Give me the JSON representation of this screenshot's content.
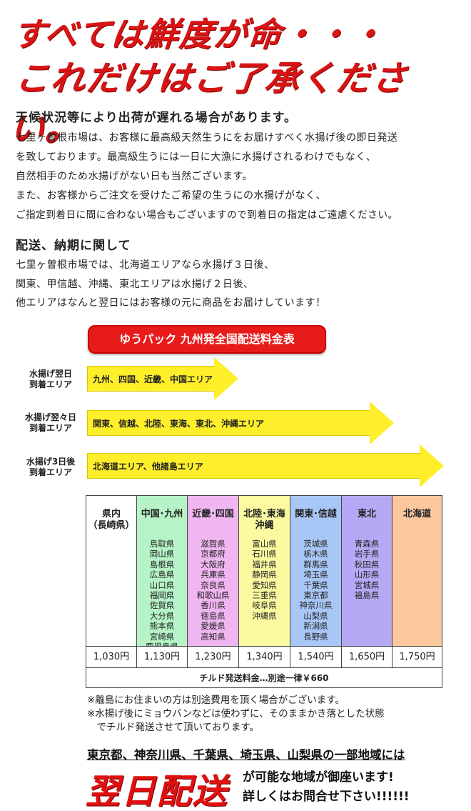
{
  "headline": {
    "line1": "すべては鮮度が命・・・",
    "line2": "これだけはご了承ください。"
  },
  "weather": {
    "title": "天候状況等により出荷が遅れる場合があります。",
    "lines": [
      "七里ヶ曽根市場は、お客様に最高級天然生うにをお届けすべく水揚げ後の即日発送",
      "を致しております。最高級生うには一日に大漁に水揚げされるわけでもなく、",
      "自然相手のため水揚げがない日も当然ございます。",
      "また、お客様からご注文を受けたご希望の生うにの水揚げがなく、",
      "ご指定到着日に間に合わない場合もございますので到着日の指定はご遠慮ください。"
    ]
  },
  "delivery": {
    "title": "配送、納期に関して",
    "lines": [
      "七里ヶ曽根市場では、北海道エリアなら水揚げ３日後、",
      "関東、甲信越、沖縄、東北エリアは水揚げ２日後、",
      "他エリアはなんと翌日にはお客様の元に商品をお届けしています！"
    ]
  },
  "banner": "ゆうパック 九州発全国配送料金表",
  "arrows": [
    {
      "label1": "水揚げ翌日",
      "label2": "到着エリア",
      "text": "九州、四国、近畿、中国エリア"
    },
    {
      "label1": "水揚げ翌々日",
      "label2": "到着エリア",
      "text": "関東、信越、北陸、東海、東北、沖縄エリア"
    },
    {
      "label1": "水揚げ3日後",
      "label2": "到着エリア",
      "text": "北海道エリア、他諸島エリア"
    }
  ],
  "table": {
    "columns": [
      {
        "head": "県内\n（長崎県）",
        "prefs": "",
        "price": "1,030円",
        "color": "#ffffff"
      },
      {
        "head": "中国･九州",
        "prefs": "鳥取県\n岡山県\n島根県\n広島県\n山口県\n福岡県\n佐賀県\n大分県\n熊本県\n宮崎県\n鹿児島県",
        "price": "1,130円",
        "color": "#b6f3c7"
      },
      {
        "head": "近畿･四国",
        "prefs": "滋賀県\n京都府\n大阪府\n兵庫県\n奈良県\n和歌山県\n香川県\n徳島県\n愛媛県\n高知県",
        "price": "1,230円",
        "color": "#f0b6f2"
      },
      {
        "head": "北陸･東海\n沖縄",
        "prefs": "富山県\n石川県\n福井県\n静岡県\n愛知県\n三重県\n岐阜県\n沖縄県",
        "price": "1,340円",
        "color": "#fbfaa0"
      },
      {
        "head": "関東･信越",
        "prefs": "茨城県\n栃木県\n群馬県\n埼玉県\n千葉県\n東京都\n神奈川県\n山梨県\n新潟県\n長野県",
        "price": "1,540円",
        "color": "#a9c7f6"
      },
      {
        "head": "東北",
        "prefs": "青森県\n岩手県\n秋田県\n山形県\n宮城県\n福島県",
        "price": "1,650円",
        "color": "#b6a8f4"
      },
      {
        "head": "北海道",
        "prefs": "",
        "price": "1,750円",
        "color": "#fbc79c"
      }
    ],
    "chilled": "チルド発送料金…別途一律￥660"
  },
  "notes": [
    "※離島にお住まいの方は別途費用を頂く場合がございます。",
    "※水揚げ後にミョウバンなどは使わずに、そのままかき落とした状態",
    "　でチルド発送させて頂いております。"
  ],
  "bottom": {
    "regions": "東京都、神奈川県、千葉県、埼玉県、山梨県の一部地域には",
    "next_day": "翌日配送",
    "available1": "が可能な地域が御座います!",
    "available2": "詳しくはお問合せ下さい!!!!!!"
  }
}
